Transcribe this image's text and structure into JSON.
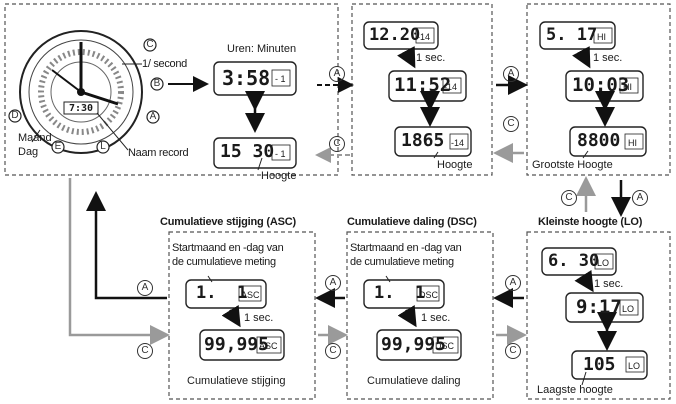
{
  "watch": {
    "labels": {
      "time_label": "Uren: Minuten",
      "second_label": "1/ second",
      "month_label": "Maand",
      "day_label": "Dag",
      "record_label": "Naam record",
      "face_value": "7:30"
    },
    "crown_letters": [
      "C",
      "B",
      "A",
      "D",
      "E",
      "L"
    ]
  },
  "screens": {
    "s1_top": {
      "main": "3:58",
      "tag": "- 1"
    },
    "s1_bot": {
      "main": "15 30",
      "tag": "- 1",
      "label": "Hoogte"
    },
    "s2_top": {
      "main": "12.20",
      "tag": "-14"
    },
    "s2_mid": {
      "main": "11:52",
      "tag": "-14",
      "note": "1 sec."
    },
    "s2_bot": {
      "main": "1865",
      "tag": "-14",
      "label": "Hoogte"
    },
    "s3_top": {
      "main": "5. 17",
      "tag": "HI"
    },
    "s3_mid": {
      "main": "10:03",
      "tag": "HI",
      "note": "1 sec."
    },
    "s3_bot": {
      "main": "8800",
      "tag": "HI",
      "label": "Grootste Hoogte"
    },
    "s4_top": {
      "main": "6. 30",
      "tag": "LO"
    },
    "s4_mid": {
      "main": "9:17",
      "tag": "LO",
      "note": "1 sec."
    },
    "s4_bot": {
      "main": "105",
      "tag": "LO",
      "label": "Laagste hoogte"
    },
    "s5_top": {
      "main": "1.  1",
      "tag": "ASC"
    },
    "s5_bot": {
      "main": "99,995",
      "tag": "ASC",
      "note": "1 sec.",
      "label": "Cumulatieve stijging"
    },
    "s6_top": {
      "main": "1.  1",
      "tag": "DSC"
    },
    "s6_bot": {
      "main": "99,995",
      "tag": "DSC",
      "note": "1 sec.",
      "label": "Cumulatieve daling"
    }
  },
  "headings": {
    "lo": "Kleinste hoogte (LO)",
    "dsc": "Cumulatieve daling (DSC)",
    "asc": "Cumulatieve stijging (ASC)"
  },
  "notes": {
    "start_line1": "Startmaand en -dag van",
    "start_line2": "de cumulatieve meting"
  },
  "buttons": {
    "a": "A",
    "c": "C"
  }
}
